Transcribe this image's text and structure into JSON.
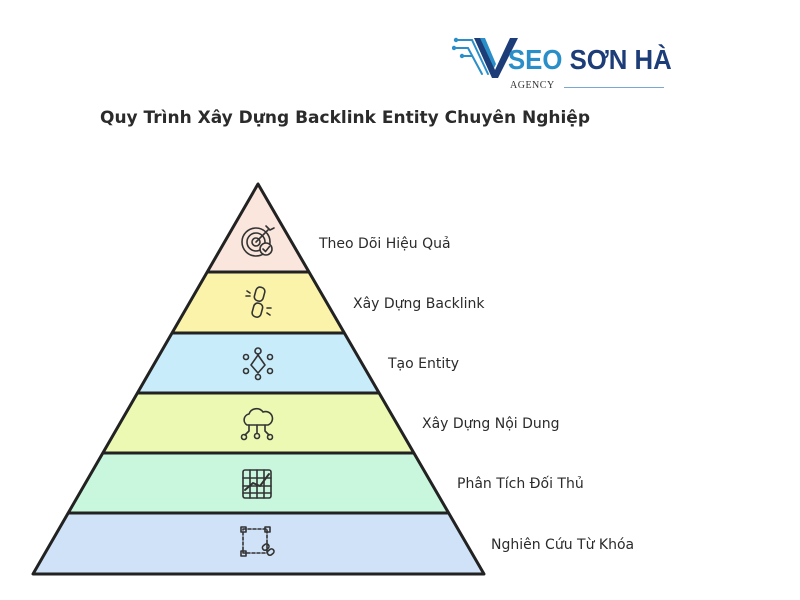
{
  "logo": {
    "word_part1": "SEO ",
    "word_part2": "SƠN HÀ",
    "sub": "AGENCY",
    "accent": "#2a8fc9",
    "dark": "#1d3d78"
  },
  "title": "Quy Trình Xây Dựng Backlink Entity Chuyên Nghiệp",
  "pyramid": {
    "layers": [
      {
        "label": "Theo Dõi Hiệu Quả",
        "icon": "target-check-icon",
        "color": "#fbe6dd"
      },
      {
        "label": "Xây Dựng Backlink",
        "icon": "chain-link-icon",
        "color": "#fbf3a9"
      },
      {
        "label": "Tạo Entity",
        "icon": "network-nodes-icon",
        "color": "#c9ecfb"
      },
      {
        "label": "Xây Dựng Nội Dung",
        "icon": "cloud-network-icon",
        "color": "#ecf9b3"
      },
      {
        "label": "Phân Tích Đối Thủ",
        "icon": "chart-grid-icon",
        "color": "#c9f7dd"
      },
      {
        "label": "Nghiên Cứu Từ Khóa",
        "icon": "keyword-link-icon",
        "color": "#cfe2f7"
      }
    ]
  }
}
